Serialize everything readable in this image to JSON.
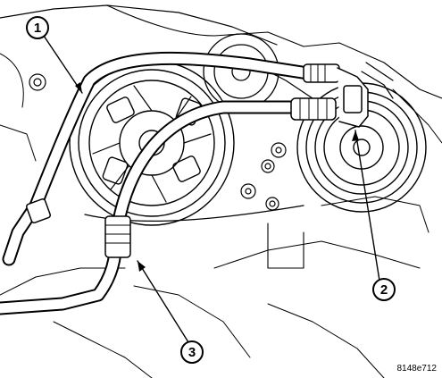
{
  "callouts": {
    "one": "1",
    "two": "2",
    "three": "3"
  },
  "figure_id": "8148e712"
}
